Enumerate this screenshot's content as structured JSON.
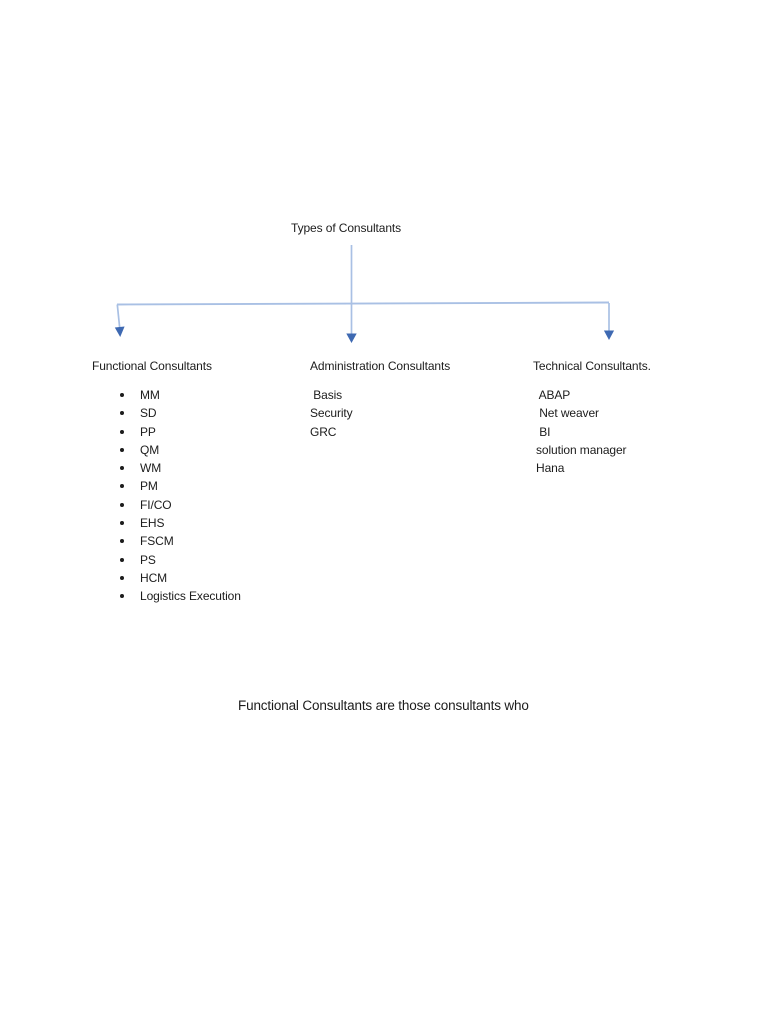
{
  "colors": {
    "connector_line": "#a9c0e4",
    "arrowhead": "#3e69b2",
    "text": "#1c1c1c",
    "page_background": "#ffffff"
  },
  "diagram": {
    "root_label": "Types of Consultants",
    "branches": [
      {
        "heading": "Functional Consultants",
        "items": [
          "MM",
          "SD",
          "PP",
          "QM",
          "WM",
          "PM",
          "FI/CO",
          "EHS",
          "FSCM",
          "PS",
          "HCM",
          "Logistics Execution"
        ]
      },
      {
        "heading": "Administration Consultants",
        "items": [
          " Basis",
          "Security",
          "GRC"
        ]
      },
      {
        "heading": "Technical Consultants.",
        "items": [
          " ABAP",
          " Net weaver",
          " BI",
          "solution manager",
          "Hana"
        ]
      }
    ]
  },
  "body": {
    "sentence": "Functional Consultants are those consultants who"
  }
}
